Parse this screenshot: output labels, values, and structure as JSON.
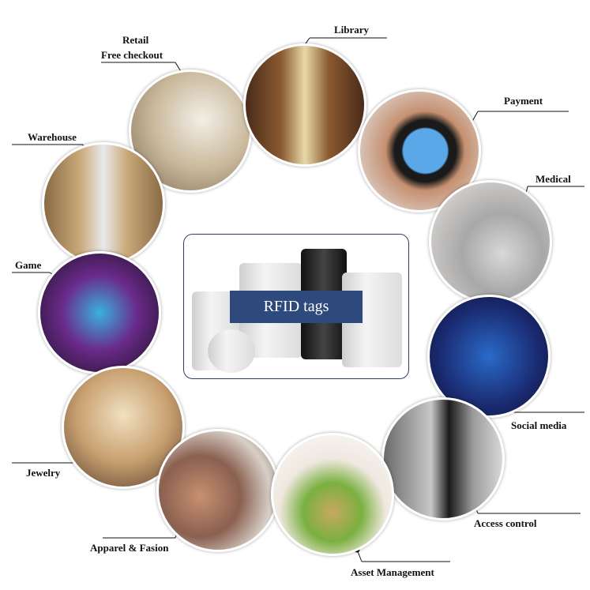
{
  "center": {
    "title": "RFID tags"
  },
  "applications": [
    {
      "label": "Retail",
      "label2": "Free checkout"
    },
    {
      "label": "Library"
    },
    {
      "label": "Payment"
    },
    {
      "label": "Warehouse"
    },
    {
      "label": "Medical"
    },
    {
      "label": "Game"
    },
    {
      "label": "Social media"
    },
    {
      "label": "Jewelry"
    },
    {
      "label": "Access control"
    },
    {
      "label": "Apparel & Fasion"
    },
    {
      "label": "Asset Management"
    }
  ],
  "colors": {
    "banner": "#2e4a7d",
    "border": "#2e3f66"
  }
}
